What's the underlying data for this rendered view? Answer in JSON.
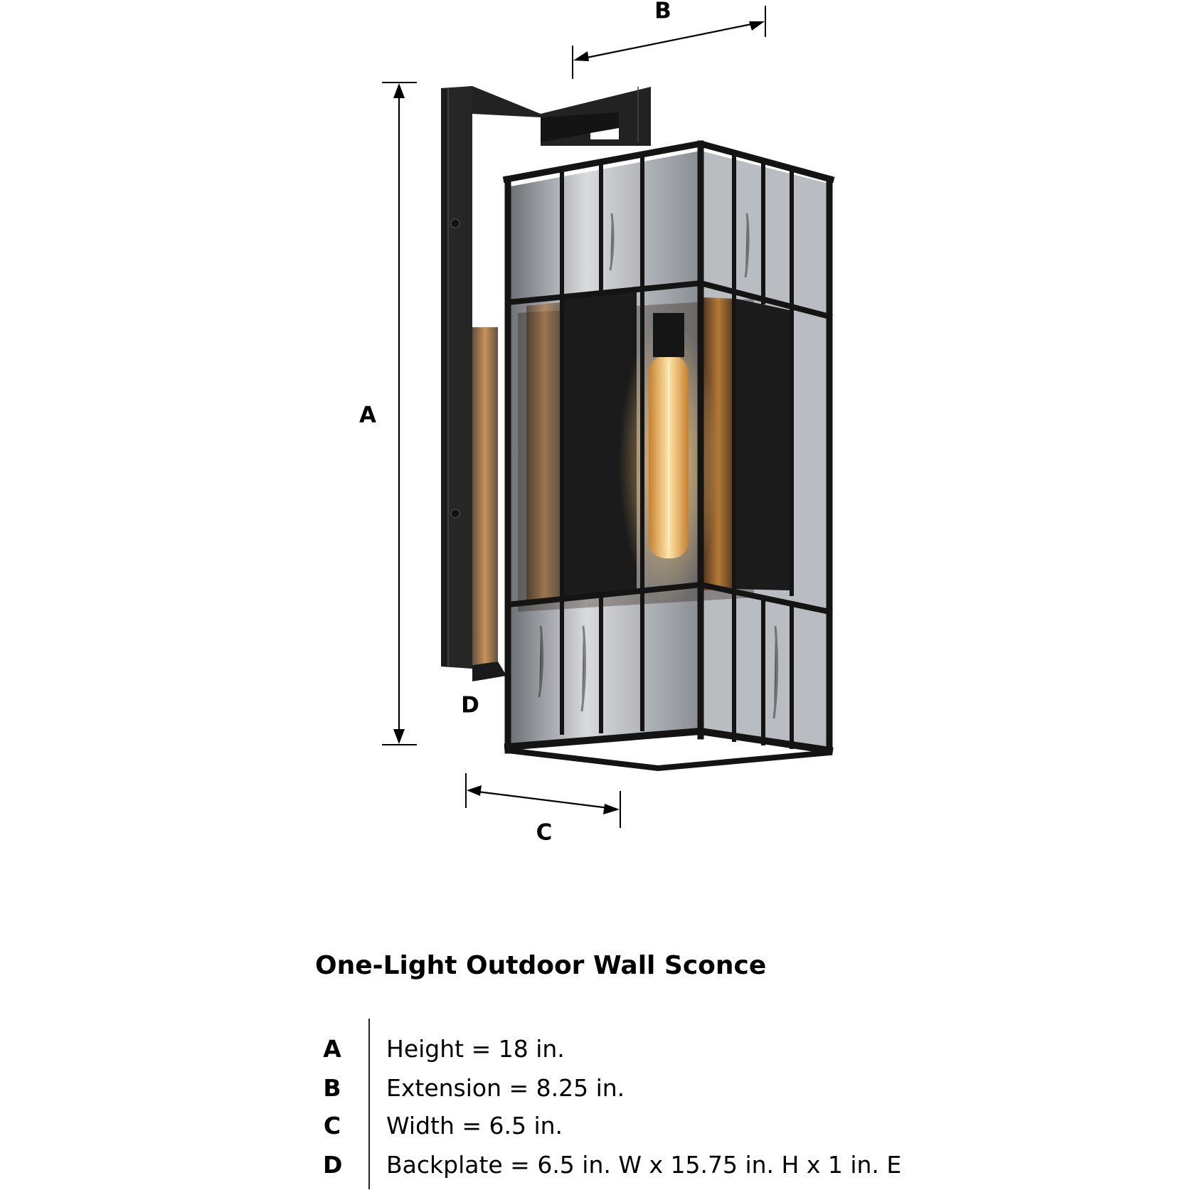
{
  "diagram": {
    "subject": "One-light outdoor wall sconce, black cage lantern with seeded glass and exposed filament bulb",
    "dimension_labels": {
      "A": "A",
      "B": "B",
      "C": "C",
      "D": "D"
    },
    "colors": {
      "metal": "#1e1e1e",
      "metal_edge": "#3a3a3a",
      "glass": "#c9ccd0",
      "bulb_glow": "#f5b450",
      "warm_reflection": "#b8782e",
      "line": "#000000"
    }
  },
  "spec": {
    "title": "One-Light Outdoor Wall Sconce",
    "rows": [
      {
        "letter": "A",
        "text": "Height = 18 in."
      },
      {
        "letter": "B",
        "text": "Extension = 8.25 in."
      },
      {
        "letter": "C",
        "text": "Width = 6.5 in."
      },
      {
        "letter": "D",
        "text": "Backplate = 6.5 in. W x 15.75 in. H x 1 in. E"
      }
    ]
  }
}
